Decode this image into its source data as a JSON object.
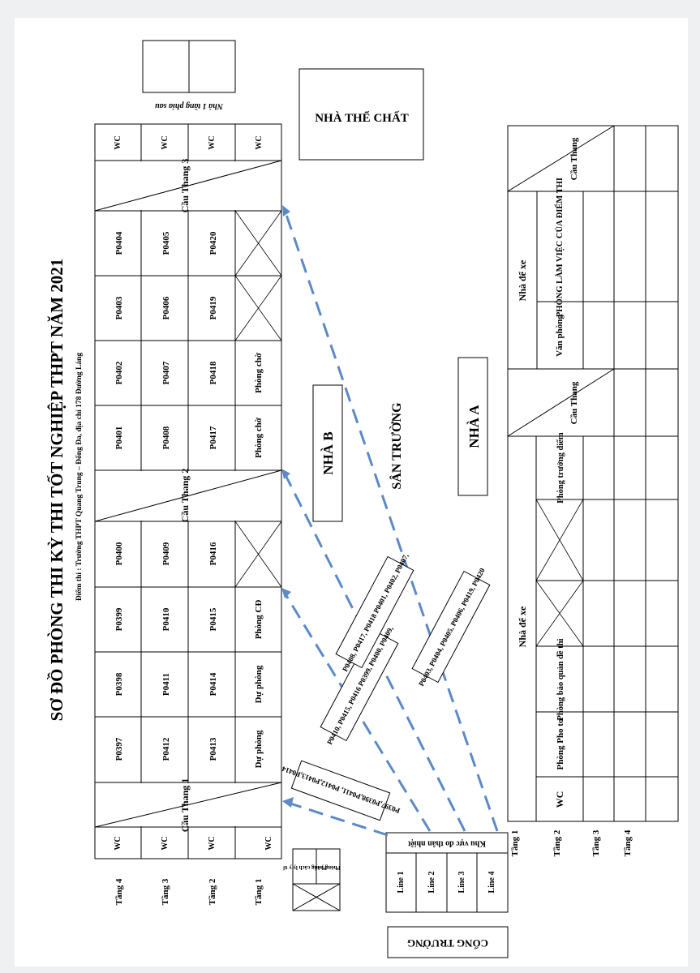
{
  "title": "SƠ ĐỒ PHÒNG THI KỲ THI TỐT NGHIỆP THPT NĂM 2021",
  "subtitle": "Điểm thi : Trường THPT Quang Trung – Đống Đa, địa chỉ 178 Đường Láng",
  "nha_b": {
    "label": "NHÀ B",
    "floor_labels": [
      "Tầng 4",
      "Tầng 3",
      "Tầng 2",
      "Tầng 1"
    ],
    "wc": "WC",
    "stairs": [
      "Cầu Thang 1",
      "Cầu Thang 2",
      "Cầu Thang 3"
    ],
    "rooms_group1": [
      [
        "P0397",
        "P0398",
        "P0399",
        "P0400"
      ],
      [
        "P0412",
        "P0411",
        "P0410",
        "P0409"
      ],
      [
        "P0413",
        "P0414",
        "P0415",
        "P0416"
      ],
      [
        "Dự phòng",
        "Dự phòng",
        "Phòng CĐ",
        ""
      ]
    ],
    "rooms_group2": [
      [
        "P0401",
        "P0402",
        "P0403",
        "P0404"
      ],
      [
        "P0408",
        "P0407",
        "P0406",
        "P0405"
      ],
      [
        "P0417",
        "P0418",
        "P0419",
        "P0420"
      ],
      [
        "Phòng chờ",
        "Phòng chờ",
        "",
        ""
      ]
    ],
    "annex": "Nhà 1 tầng phía sau"
  },
  "nha_the_chat": "NHÀ THỂ CHẤT",
  "san_truong": "SÂN TRƯỜNG",
  "nha_a": {
    "label": "NHÀ A",
    "floor_labels": [
      "Tầng 1",
      "Tầng 2",
      "Tầng 3",
      "Tầng 4"
    ],
    "nha_de_xe": "Nhà để xe",
    "rooms_left": [
      "WC",
      "Phòng Pho to",
      "Phòng bảo quản đề thi",
      "",
      "",
      "Phòng trưởng điểm"
    ],
    "cau_thang": "Cầu Thang",
    "rooms_right": [
      "Văn phòng",
      "PHÒNG LÀM VIỆC CỦA ĐIỂM THI"
    ]
  },
  "routes": [
    {
      "label": "P0397,P0398,P0411, P0412,P0413,P0414"
    },
    {
      "label": "P0410, P0415, P0416 P0399, P0400, P0409,"
    },
    {
      "label": "P0408, P0417, P0418 P0401, P0402, P0407,"
    },
    {
      "label": "P0403, P0404, P0405, P0406, P0419, P0420"
    }
  ],
  "khu_vuc_do_than_nhiet": "Khu vực đo thân nhiệt",
  "lines": [
    "Line 1",
    "Line 2",
    "Line 3",
    "Line 4"
  ],
  "phong_y_te": [
    "Phòng y tế",
    "Phòng cách ly y tế"
  ],
  "cong_truong": "CỔNG TRƯỜNG",
  "colors": {
    "arrow": "#5b8ac6",
    "line": "#000000"
  }
}
